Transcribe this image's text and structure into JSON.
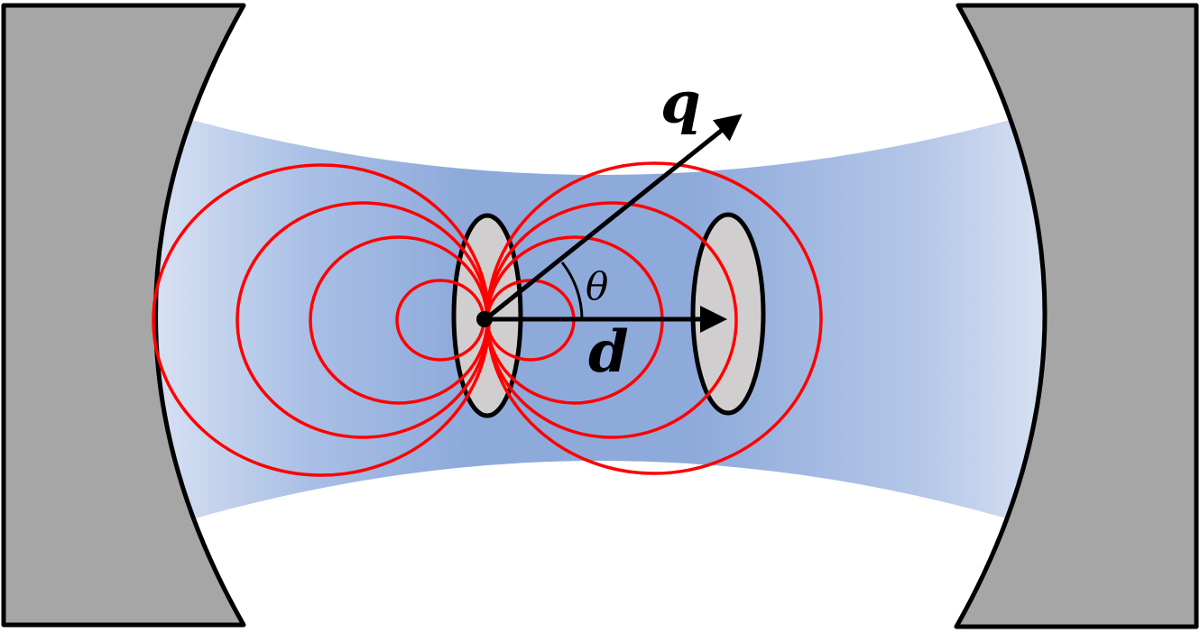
{
  "labels": {
    "q": "q",
    "d": "d",
    "theta": "θ"
  },
  "colors": {
    "mirror_fill": "#a6a6a6",
    "beam_center": "#8eaadb",
    "beam_edge": "#dae3f3",
    "field_lines": "#ff0000",
    "disk_fill": "#d0cece",
    "outline": "#000000"
  }
}
